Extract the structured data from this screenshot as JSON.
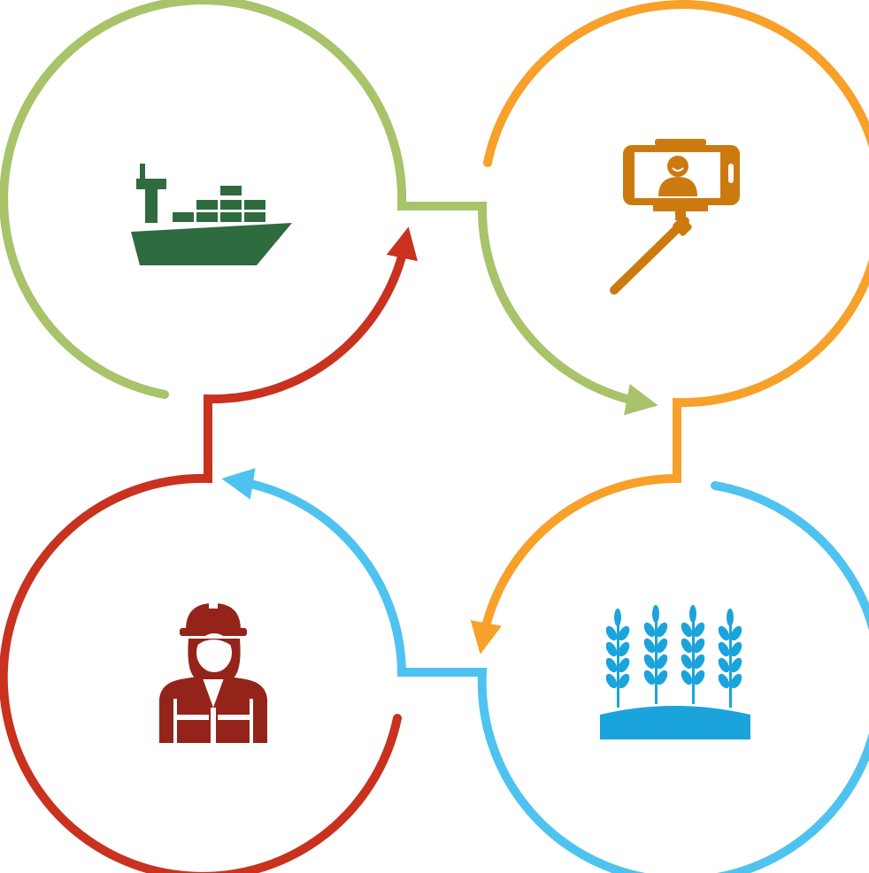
{
  "diagram": {
    "type": "cycle",
    "nodes": [
      {
        "id": "shipping",
        "icon": "container-ship-icon",
        "color": "#2E6B3F",
        "ring_color": "#A8C36A"
      },
      {
        "id": "selfie",
        "icon": "selfie-stick-icon",
        "color": "#CC7A0F",
        "ring_color": "#F7A12B"
      },
      {
        "id": "agriculture",
        "icon": "wheat-field-icon",
        "color": "#1BA3DC",
        "ring_color": "#4FC3F0"
      },
      {
        "id": "worker",
        "icon": "construction-worker-icon",
        "color": "#94241A",
        "ring_color": "#C8321F"
      }
    ],
    "flow": [
      "shipping",
      "selfie",
      "agriculture",
      "worker",
      "shipping"
    ]
  }
}
